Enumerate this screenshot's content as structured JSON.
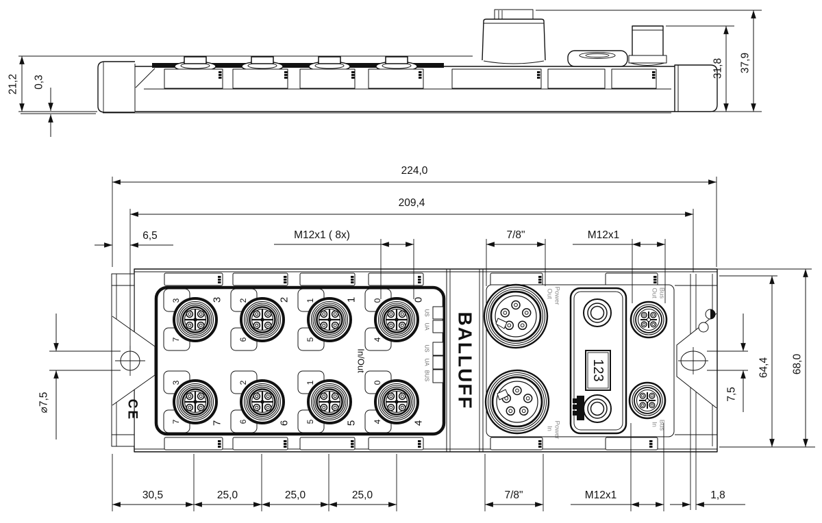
{
  "side_view": {
    "dim_housing_height": "21,2",
    "dim_plate_offset": "0,3",
    "dim_connector_height": "31,8",
    "dim_total_height": "37,9"
  },
  "front_view": {
    "dim_total_width": "224,0",
    "dim_hole_spacing": "209,4",
    "dim_edge_to_hole": "6,5",
    "dim_port_thread": "M12x1 ( 8x)",
    "dim_power_thread_top": "7/8\"",
    "dim_bus_thread_top": "M12x1",
    "dim_edge_to_port": "30,5",
    "dim_port_pitch": [
      "25,0",
      "25,0",
      "25,0"
    ],
    "dim_power_thread_bottom": "7/8\"",
    "dim_bus_thread_bottom": "M12x1",
    "dim_plate_thickness": "1,8",
    "dim_mount_hole_left": "⌀7,5",
    "dim_face_height": "64,4",
    "dim_total_height": "68,0",
    "dim_mount_hole_right": "7,5",
    "io_label": "In/Out",
    "display_value": "123",
    "logo": "BALLUFF",
    "ce_mark": "CE",
    "module_leds": [
      "US",
      "UA"
    ],
    "bus_leds": [
      "US",
      "UA",
      "BUS"
    ],
    "port_columns": [
      {
        "tab_top": "3",
        "tab_bottom": "7",
        "num_top": "3",
        "num_bottom": "7"
      },
      {
        "tab_top": "2",
        "tab_bottom": "6",
        "num_top": "2",
        "num_bottom": "6"
      },
      {
        "tab_top": "1",
        "tab_bottom": "5",
        "num_top": "1",
        "num_bottom": "5"
      },
      {
        "tab_top": "0",
        "tab_bottom": "4",
        "num_top": "0",
        "num_bottom": "4"
      }
    ],
    "connector_labels": {
      "power_out": [
        "Power",
        "Out"
      ],
      "power_in": [
        "Power",
        "In"
      ],
      "bus_out": [
        "Bus",
        "Out"
      ],
      "bus_in": [
        "Bus",
        "In"
      ]
    }
  }
}
